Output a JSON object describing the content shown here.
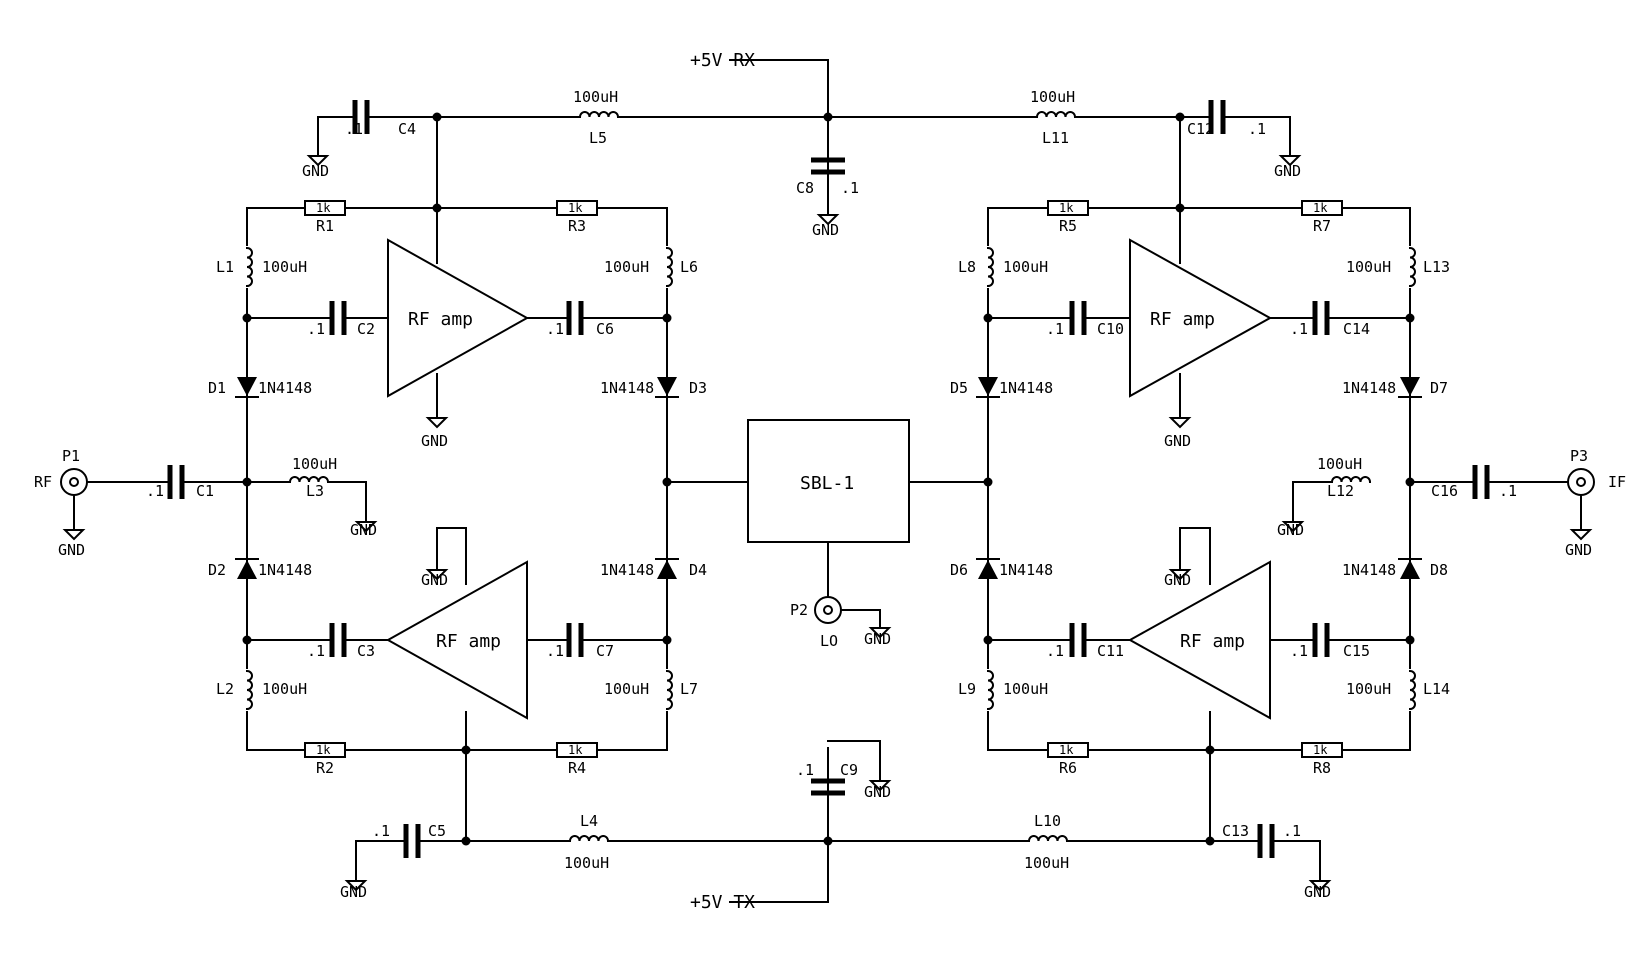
{
  "schematic": {
    "rails": {
      "rx": "+5V RX",
      "tx": "+5V TX"
    },
    "mixer": "SBL-1",
    "gnd": "GND",
    "ports": {
      "p1": {
        "ref": "P1",
        "name": "RF"
      },
      "p2": {
        "ref": "P2",
        "name": "LO"
      },
      "p3": {
        "ref": "P3",
        "name": "IF"
      }
    },
    "amps": {
      "label": "RF amp"
    },
    "capacitors": {
      "c1": "C1",
      "c2": "C2",
      "c3": "C3",
      "c4": "C4",
      "c5": "C5",
      "c6": "C6",
      "c7": "C7",
      "c8": "C8",
      "c9": "C9",
      "c10": "C10",
      "c11": "C11",
      "c12": "C12",
      "c13": "C13",
      "c14": "C14",
      "c15": "C15",
      "c16": "C16",
      "value": ".1"
    },
    "inductors": {
      "l1": "L1",
      "l2": "L2",
      "l3": "L3",
      "l4": "L4",
      "l5": "L5",
      "l6": "L6",
      "l7": "L7",
      "l8": "L8",
      "l9": "L9",
      "l10": "L10",
      "l11": "L11",
      "l12": "L12",
      "l13": "L13",
      "l14": "L14",
      "value": "100uH"
    },
    "resistors": {
      "r1": "R1",
      "r2": "R2",
      "r3": "R3",
      "r4": "R4",
      "r5": "R5",
      "r6": "R6",
      "r7": "R7",
      "r8": "R8",
      "value": "1k"
    },
    "diodes": {
      "d1": "D1",
      "d2": "D2",
      "d3": "D3",
      "d4": "D4",
      "d5": "D5",
      "d6": "D6",
      "d7": "D7",
      "d8": "D8",
      "value": "1N4148"
    }
  }
}
